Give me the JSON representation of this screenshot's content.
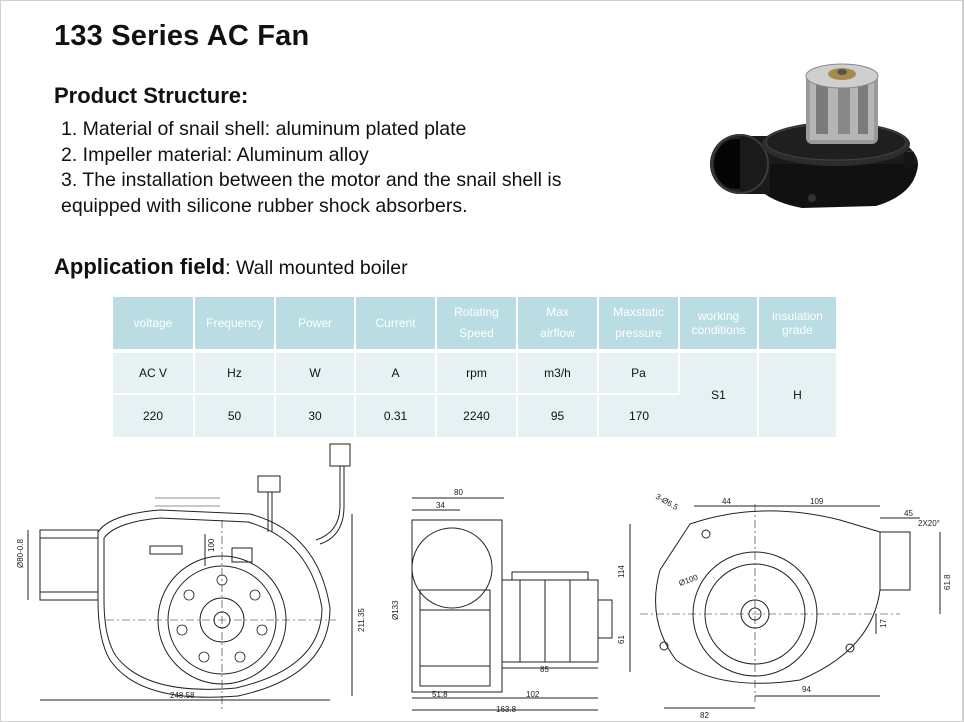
{
  "title": "133 Series AC Fan",
  "structure": {
    "heading": "Product Structure:",
    "items": [
      "1. Material of snail shell: aluminum plated plate",
      "2. Impeller material: Aluminum alloy",
      "3. The installation between the motor and the snail shell is",
      "equipped with silicone rubber shock absorbers."
    ]
  },
  "application": {
    "label": "Application field",
    "separator": ":",
    "value": " Wall mounted boiler"
  },
  "spec_table": {
    "headers": [
      [
        "voltage"
      ],
      [
        "Frequency"
      ],
      [
        "Power"
      ],
      [
        "Current"
      ],
      [
        "Rotating",
        "Speed"
      ],
      [
        "Max",
        "airflow"
      ],
      [
        "Maxstatic",
        "pressure"
      ],
      [
        "working",
        "conditions"
      ],
      [
        "insulation",
        "grade"
      ]
    ],
    "units": [
      "AC V",
      "Hz",
      "W",
      "A",
      "rpm",
      "m3/h",
      "Pa"
    ],
    "values": [
      "220",
      "50",
      "30",
      "0.31",
      "2240",
      "95",
      "170"
    ],
    "working_conditions": "S1",
    "insulation_grade": "H"
  },
  "drawing_dims": {
    "left_view": [
      "Ø80-0.8",
      "100",
      "211.35",
      "248.58",
      "Ø133"
    ],
    "middle_view": [
      "80",
      "34",
      "85",
      "51.8",
      "102",
      "163.8"
    ],
    "right_view": [
      "3-Ø6.5",
      "44",
      "109",
      "45",
      "2X20°",
      "114",
      "61",
      "Ø100",
      "61.8",
      "17",
      "94",
      "82"
    ]
  },
  "colors": {
    "table_header_bg": "#b9dde3",
    "table_cell_bg": "#e6f1f4"
  }
}
